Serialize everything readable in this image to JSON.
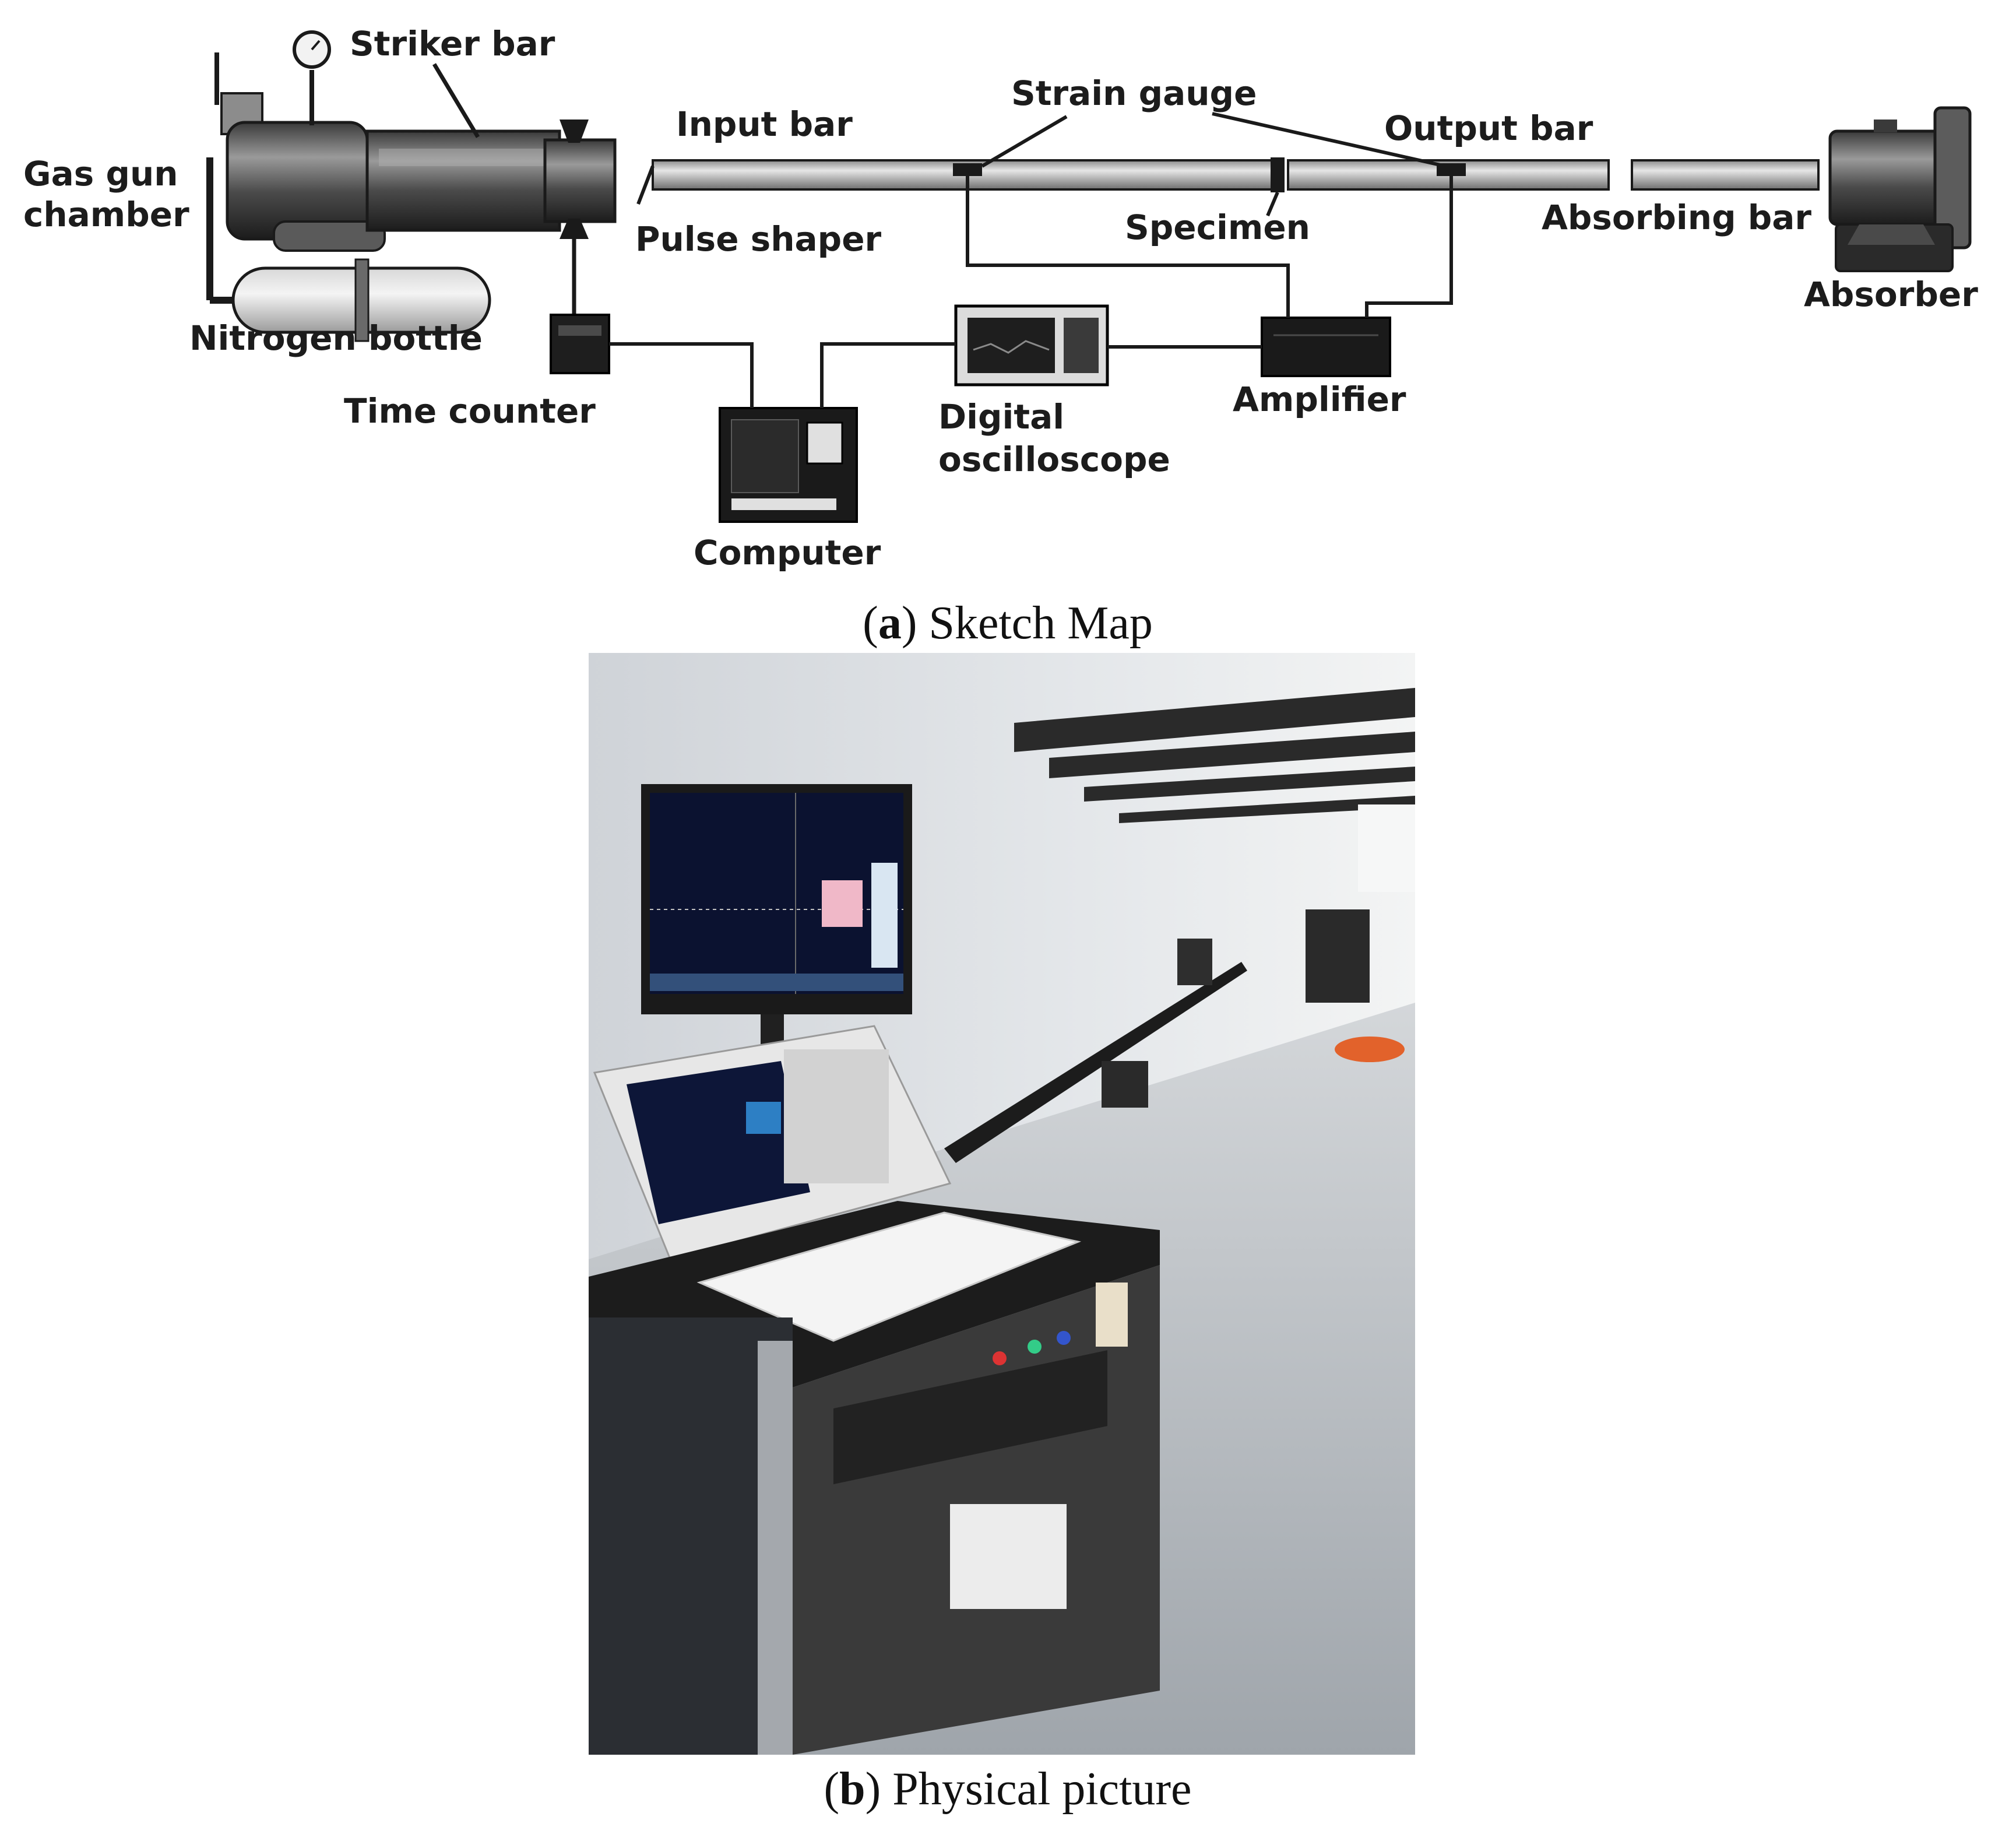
{
  "figure": {
    "panel_a": {
      "caption_letter": "a",
      "caption_text": " Sketch Map",
      "labels": {
        "gas_gun_chamber_line1": "Gas gun",
        "gas_gun_chamber_line2": "chamber",
        "striker_bar": "Striker bar",
        "nitrogen_bottle": "Nitrogen bottle",
        "time_counter": "Time counter",
        "input_bar": "Input bar",
        "pulse_shaper": "Pulse shaper",
        "strain_gauge": "Strain gauge",
        "output_bar": "Output bar",
        "specimen": "Specimen",
        "absorbing_bar": "Absorbing bar",
        "absorber": "Absorber",
        "amplifier": "Amplifier",
        "digital_oscilloscope_line1": "Digital",
        "digital_oscilloscope_line2": "oscilloscope",
        "computer": "Computer"
      }
    },
    "panel_b": {
      "caption_letter": "b",
      "caption_text": " Physical picture"
    }
  },
  "colors": {
    "line": "#1a1a1a",
    "bar_fill": "#bdbdbd",
    "device_dark": "#1e1e1e",
    "photo_wall": "#d9dde2",
    "photo_floor": "#b9bec4"
  }
}
